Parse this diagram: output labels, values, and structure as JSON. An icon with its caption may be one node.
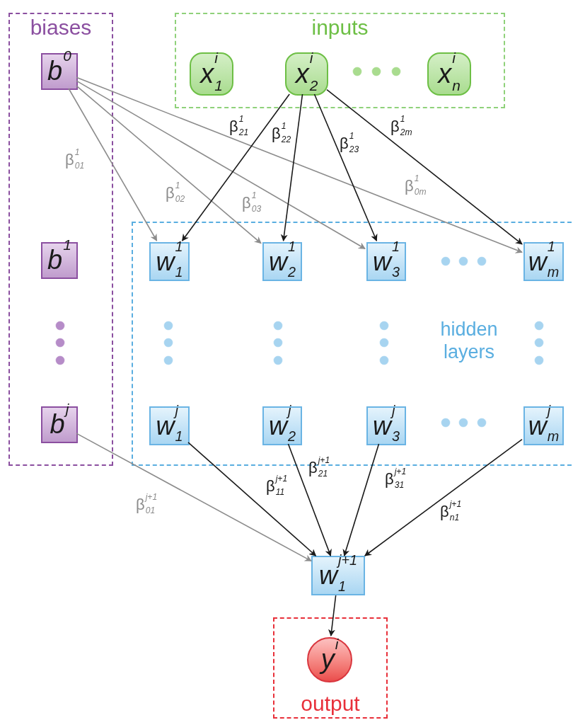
{
  "diagram": {
    "nodes": [
      {
        "text": [
          "biases"
        ]
      },
      {
        "text": [
          "b$^{0}$"
        ],
        "in": 0
      },
      {
        "text": [
          "b$^{1}$"
        ],
        "in": 0
      },
      {
        "text": [
          "b$^{j}$"
        ],
        "in": 0
      },
      {
        "text": [
          "inputs"
        ]
      },
      {
        "text": [
          "x$_{1}$$^{i}$"
        ],
        "in": 4
      },
      {
        "text": [
          "x$_{2}$$^{i}$"
        ],
        "in": 4
      },
      {
        "text": [
          "x$_{n}$$^{i}$"
        ],
        "in": 4
      },
      {
        "text": [
          "hidden layers"
        ]
      },
      {
        "text": [
          "w$_{1}$$^{1}$"
        ],
        "in": 8
      },
      {
        "text": [
          "w$_{2}$$^{1}$"
        ],
        "in": 8
      },
      {
        "text": [
          "w$_{3}$$^{1}$"
        ],
        "in": 8
      },
      {
        "text": [
          "w$_{m}$$^{1}$"
        ],
        "in": 8
      },
      {
        "text": [
          "w$_{1}$$^{j}$"
        ],
        "in": 8
      },
      {
        "text": [
          "w$_{2}$$^{j}$"
        ],
        "in": 8
      },
      {
        "text": [
          "w$_{3}$$^{j}$"
        ],
        "in": 8
      },
      {
        "text": [
          "w$_{m}$$^{j}$"
        ],
        "in": 8
      },
      {
        "text": [
          "w$_{1}$$^{j+1}$"
        ]
      },
      {
        "text": [
          "output"
        ]
      },
      {
        "text": [
          "y$^{i}$"
        ],
        "in": 18
      }
    ],
    "edges": [
      {
        "from": 1,
        "to": 9,
        "arrow": "to",
        "label": "β$_{01}$$^{1}$",
        "color": "#8c8c8c"
      },
      {
        "from": 1,
        "to": 10,
        "arrow": "to",
        "label": "β$_{02}$$^{1}$",
        "color": "#8c8c8c"
      },
      {
        "from": 1,
        "to": 11,
        "arrow": "to",
        "label": "β$_{03}$$^{1}$",
        "color": "#8c8c8c"
      },
      {
        "from": 1,
        "to": 12,
        "arrow": "to",
        "label": "β$_{0m}$$^{1}$",
        "color": "#8c8c8c"
      },
      {
        "from": 6,
        "to": 9,
        "arrow": "to",
        "label": "β$_{21}$$^{1}$"
      },
      {
        "from": 6,
        "to": 10,
        "arrow": "to",
        "label": "β$_{22}$$^{1}$"
      },
      {
        "from": 6,
        "to": 11,
        "arrow": "to",
        "label": "β$_{23}$$^{1}$"
      },
      {
        "from": 6,
        "to": 12,
        "arrow": "to",
        "label": "β$_{2m}$$^{1}$"
      },
      {
        "from": 3,
        "to": 17,
        "arrow": "to",
        "label": "β$_{01}$$^{j+1}$",
        "color": "#8c8c8c"
      },
      {
        "from": 13,
        "to": 17,
        "arrow": "to",
        "label": "β$_{11}$$^{j+1}$"
      },
      {
        "from": 14,
        "to": 17,
        "arrow": "to",
        "label": "β$_{21}$$^{j+1}$"
      },
      {
        "from": 15,
        "to": 17,
        "arrow": "to",
        "label": "β$_{31}$$^{j+1}$"
      },
      {
        "from": 16,
        "to": 17,
        "arrow": "to",
        "label": "β$_{n1}$$^{j+1}$"
      },
      {
        "from": 17,
        "to": 19,
        "arrow": "to"
      }
    ]
  }
}
